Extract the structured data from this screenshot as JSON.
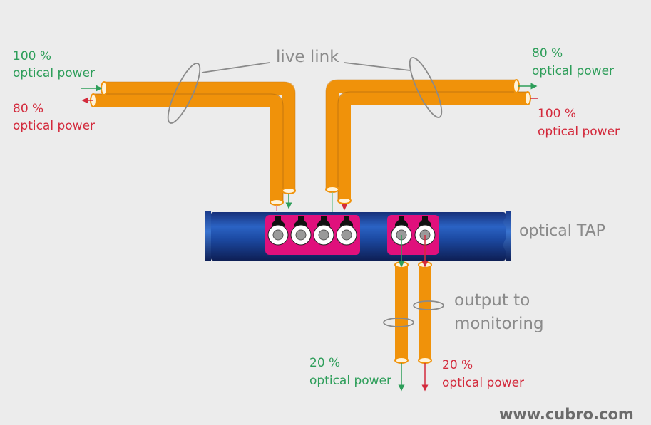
{
  "diagram": {
    "title": "optical TAP",
    "live_link_label": "live link",
    "output_label": [
      "output to",
      "monitoring"
    ],
    "website": "www.cubro.com",
    "left_in": {
      "percent": "100 %",
      "text": "optical power",
      "direction": "in",
      "color": "#2e9e5a"
    },
    "left_out": {
      "percent": "80 %",
      "text": "optical power",
      "direction": "out",
      "color": "#d32a3c"
    },
    "right_out": {
      "percent": "80 %",
      "text": "optical power",
      "direction": "out",
      "color": "#2e9e5a"
    },
    "right_in": {
      "percent": "100 %",
      "text": "optical power",
      "direction": "in",
      "color": "#d32a3c"
    },
    "mon_green": {
      "percent": "20 %",
      "text": "optical power",
      "direction": "out",
      "color": "#2e9e5a"
    },
    "mon_red": {
      "percent": "20 %",
      "text": "optical power",
      "direction": "out",
      "color": "#d32a3c"
    },
    "colors": {
      "fiber": "#f0920a",
      "tap_body": "#1f4fa8",
      "connector_panel": "#e0107c",
      "background": "#ececec"
    },
    "network_ports": 4,
    "monitor_ports": 2
  }
}
